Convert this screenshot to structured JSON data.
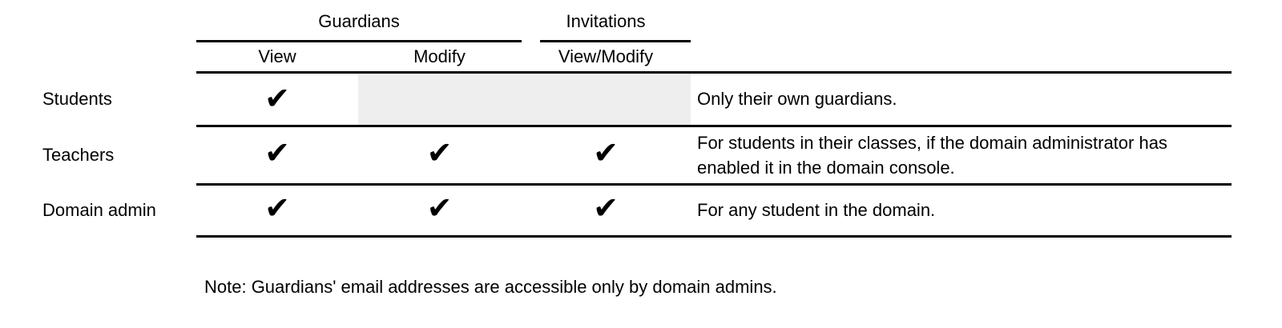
{
  "colors": {
    "text": "#000000",
    "line": "#000000",
    "shaded_cell": "#eeeeee"
  },
  "table": {
    "group_headers": {
      "guardians": "Guardians",
      "invitations": "Invitations"
    },
    "column_headers": {
      "view": "View",
      "modify": "Modify",
      "view_modify": "View/Modify"
    },
    "check_glyph": "✔",
    "rows": [
      {
        "label": "Students",
        "view": "✔",
        "modify": "",
        "view_modify": "",
        "shaded": true,
        "description": "Only their own guardians."
      },
      {
        "label": "Teachers",
        "view": "✔",
        "modify": "✔",
        "view_modify": "✔",
        "shaded": false,
        "description": "For students in their classes, if the domain administrator has enabled it in the domain console."
      },
      {
        "label": "Domain admin",
        "view": "✔",
        "modify": "✔",
        "view_modify": "✔",
        "shaded": false,
        "description": "For any student in the domain."
      }
    ]
  },
  "footnote": "Note: Guardians' email addresses are accessible only by domain admins."
}
